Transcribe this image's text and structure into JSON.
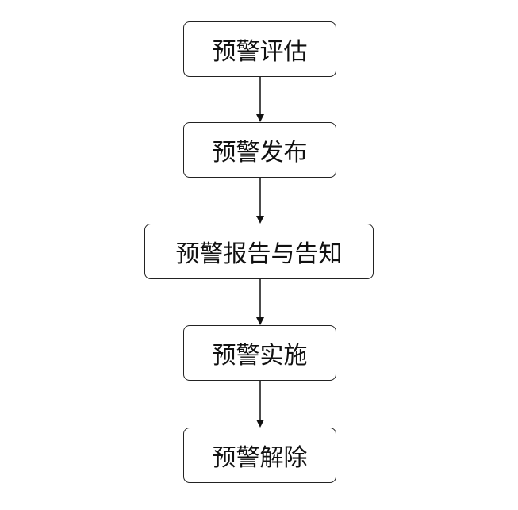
{
  "flowchart": {
    "steps": [
      {
        "label": "预警评估"
      },
      {
        "label": "预警发布"
      },
      {
        "label": "预警报告与告知"
      },
      {
        "label": "预警实施"
      },
      {
        "label": "预警解除"
      }
    ],
    "edges": [
      {
        "from": 0,
        "to": 1
      },
      {
        "from": 1,
        "to": 2
      },
      {
        "from": 2,
        "to": 3
      },
      {
        "from": 3,
        "to": 4
      }
    ]
  }
}
